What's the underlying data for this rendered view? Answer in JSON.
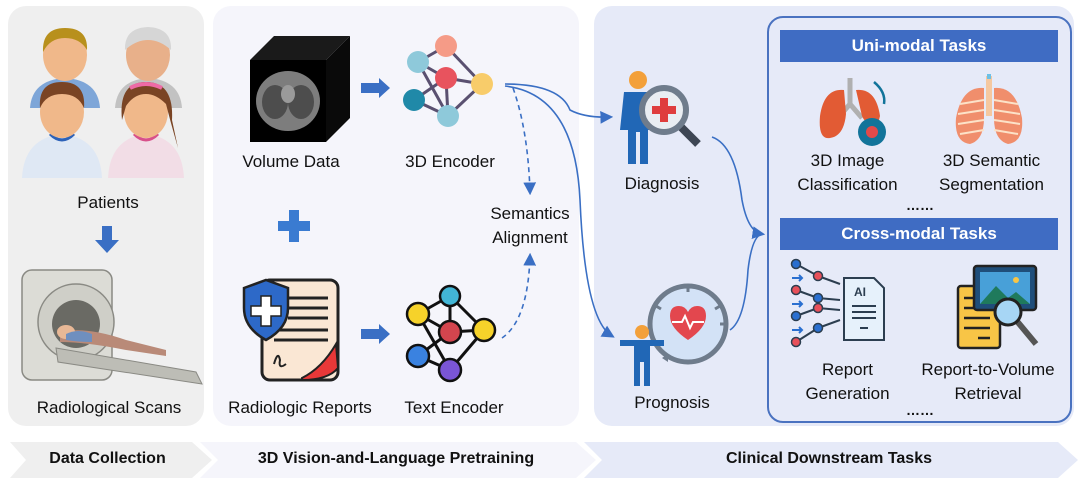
{
  "stages": [
    {
      "label": "Data Collection"
    },
    {
      "label": "3D Vision-and-Language Pretraining"
    },
    {
      "label": "Clinical Downstream Tasks"
    }
  ],
  "data_collection": {
    "patients_label": "Patients",
    "scans_label": "Radiological Scans"
  },
  "pretraining": {
    "volume_label": "Volume Data",
    "encoder3d_label": "3D Encoder",
    "reports_label": "Radiologic Reports",
    "text_encoder_label": "Text Encoder",
    "alignment_line1": "Semantics",
    "alignment_line2": "Alignment"
  },
  "clinical": {
    "diagnosis_label": "Diagnosis",
    "prognosis_label": "Prognosis",
    "uni_modal": {
      "title": "Uni-modal Tasks",
      "tasks": [
        {
          "line1": "3D Image",
          "line2": "Classification"
        },
        {
          "line1": "3D Semantic",
          "line2": "Segmentation"
        }
      ],
      "ellipsis": "……"
    },
    "cross_modal": {
      "title": "Cross-modal Tasks",
      "tasks": [
        {
          "line1": "Report",
          "line2": "Generation"
        },
        {
          "line1": "Report-to-Volume",
          "line2": "Retrieval"
        }
      ],
      "ellipsis": "……",
      "ai_badge": "AI"
    }
  },
  "colors": {
    "accent": "#3f6cc3",
    "arrow": "#3a6fc4",
    "panel_gray": "#efefef",
    "panel_light": "#f5f5fb",
    "panel_blue": "#e6eaf8"
  }
}
